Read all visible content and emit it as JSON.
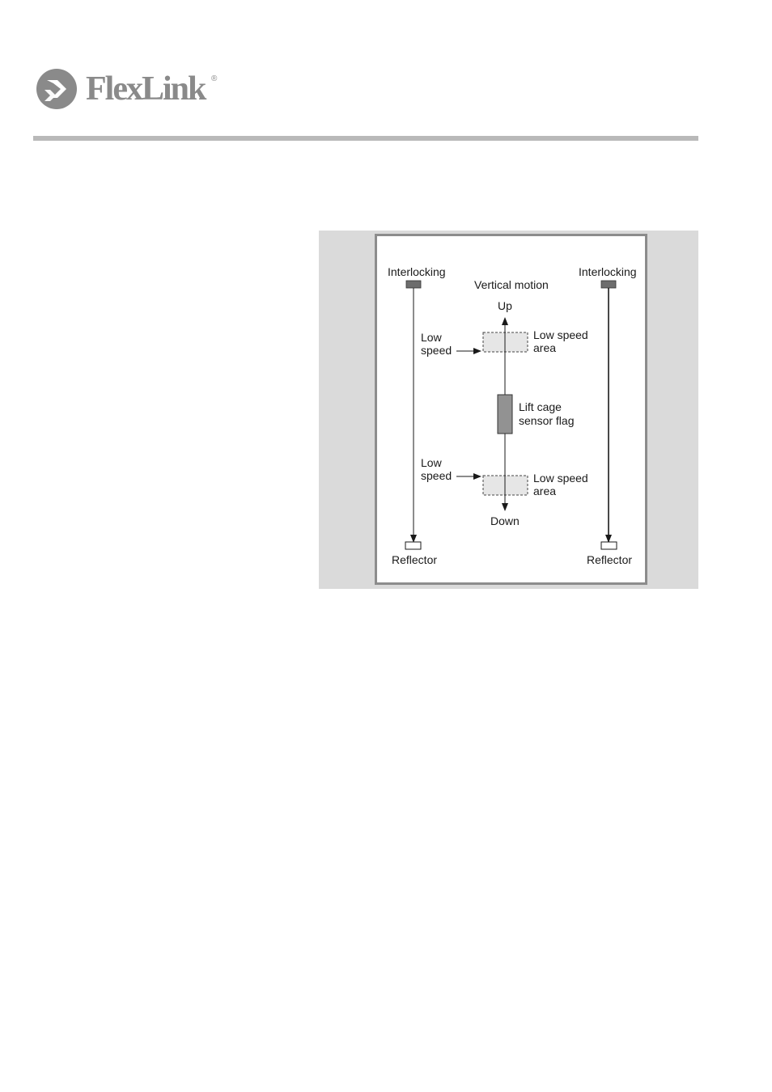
{
  "header": {
    "brand": "FlexLink",
    "registered_mark": "®"
  },
  "figure": {
    "labels": {
      "interlocking_left": "Interlocking",
      "interlocking_right": "Interlocking",
      "vertical_motion": "Vertical motion",
      "up": "Up",
      "down": "Down",
      "low_speed_top_line1": "Low",
      "low_speed_top_line2": "speed",
      "low_speed_bottom_line1": "Low",
      "low_speed_bottom_line2": "speed",
      "low_speed_area_top_line1": "Low speed",
      "low_speed_area_top_line2": "area",
      "low_speed_area_bottom_line1": "Low speed",
      "low_speed_area_bottom_line2": "area",
      "lift_cage_line1": "Lift cage",
      "lift_cage_line2": "sensor flag",
      "reflector_left": "Reflector",
      "reflector_right": "Reflector"
    }
  }
}
